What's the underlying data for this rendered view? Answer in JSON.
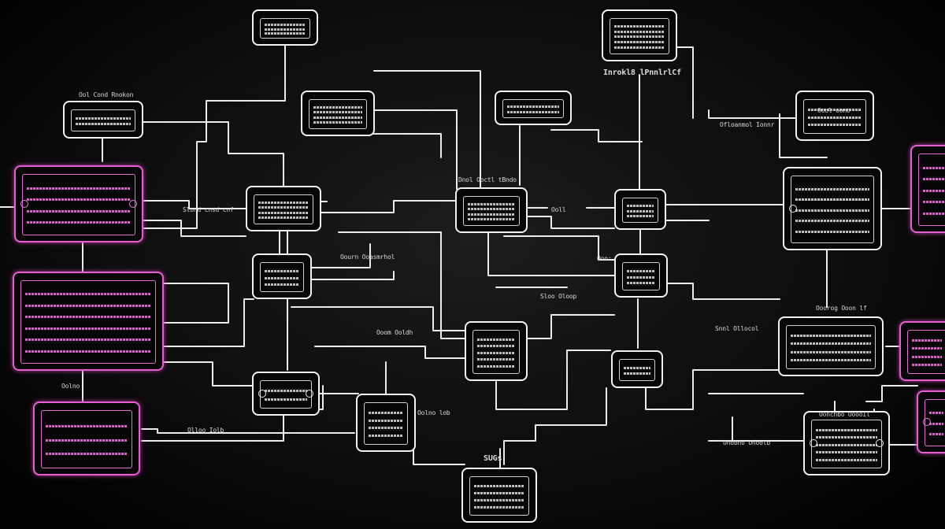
{
  "diagram": {
    "labels": {
      "title_top_right": "Inrokl8 lPnnlrlCf",
      "label_a": "Ool Cond Rnokon",
      "label_b": "Slond cnsd cnf",
      "label_c": "Oourn Ooasmrhol",
      "label_d": "Ofloanmol Ionnr",
      "label_e": "Dnol Ooctl tBndo",
      "label_f": "Ooorog Ooon lf",
      "label_g": "Ooom Ooldh",
      "label_h": "Snnl Ollocol",
      "label_i": "Sloo Oloop",
      "label_j": "Ooo:",
      "label_k": "SUGs",
      "label_l": "Onobno Onoolb",
      "label_m": "Olloo Iolb",
      "label_n": "Oonchbo OoooIl",
      "label_o": "Oolno",
      "label_p": "Oolno lob",
      "label_q": "Oool oono",
      "label_r": "Ooll"
    }
  }
}
